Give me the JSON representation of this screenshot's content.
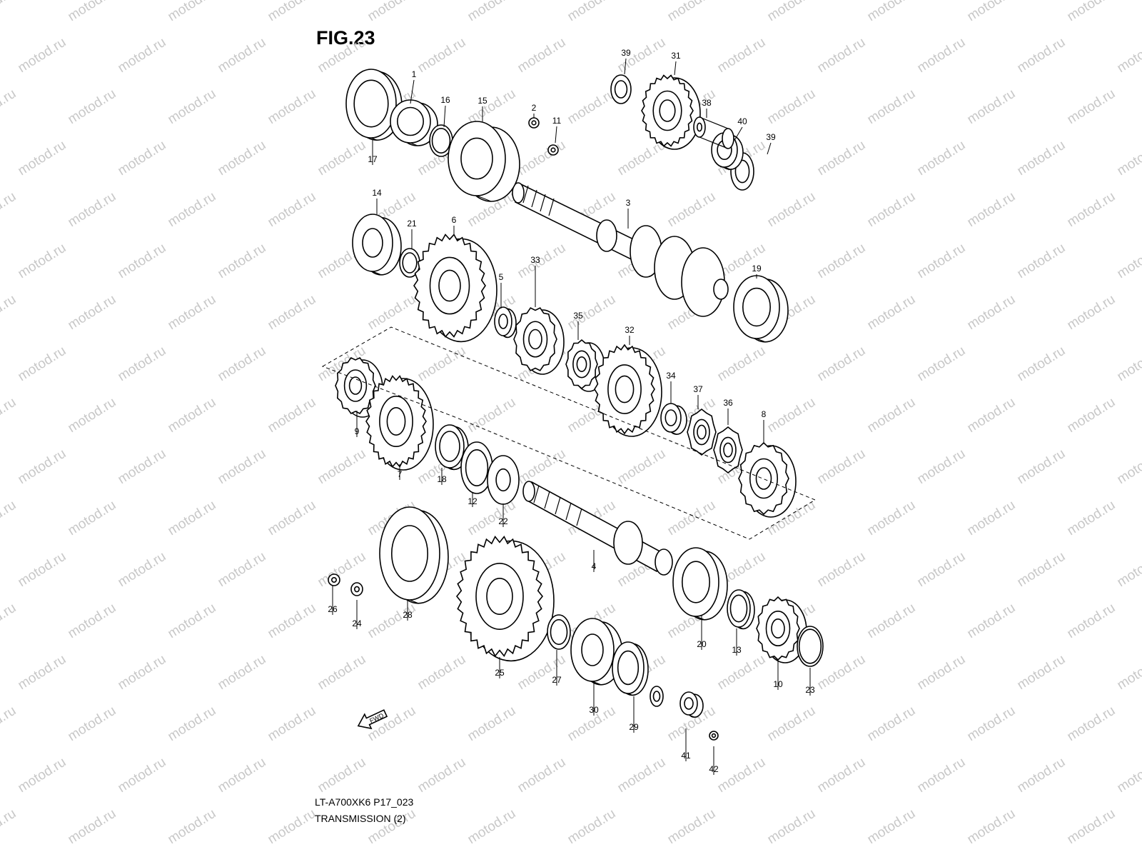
{
  "figure": {
    "title": "FIG.23",
    "code": "LT-A700XK6 P17_023",
    "name": "TRANSMISSION (2)"
  },
  "watermark": "motod.ru",
  "fwd_label": "FWD",
  "part_numbers": [
    "1",
    "2",
    "3",
    "4",
    "5",
    "6",
    "7",
    "8",
    "9",
    "10",
    "11",
    "12",
    "13",
    "14",
    "15",
    "16",
    "17",
    "18",
    "19",
    "20",
    "21",
    "22",
    "23",
    "24",
    "25",
    "26",
    "27",
    "28",
    "29",
    "30",
    "31",
    "32",
    "33",
    "34",
    "35",
    "36",
    "37",
    "38",
    "39",
    "39",
    "40",
    "41",
    "42"
  ]
}
